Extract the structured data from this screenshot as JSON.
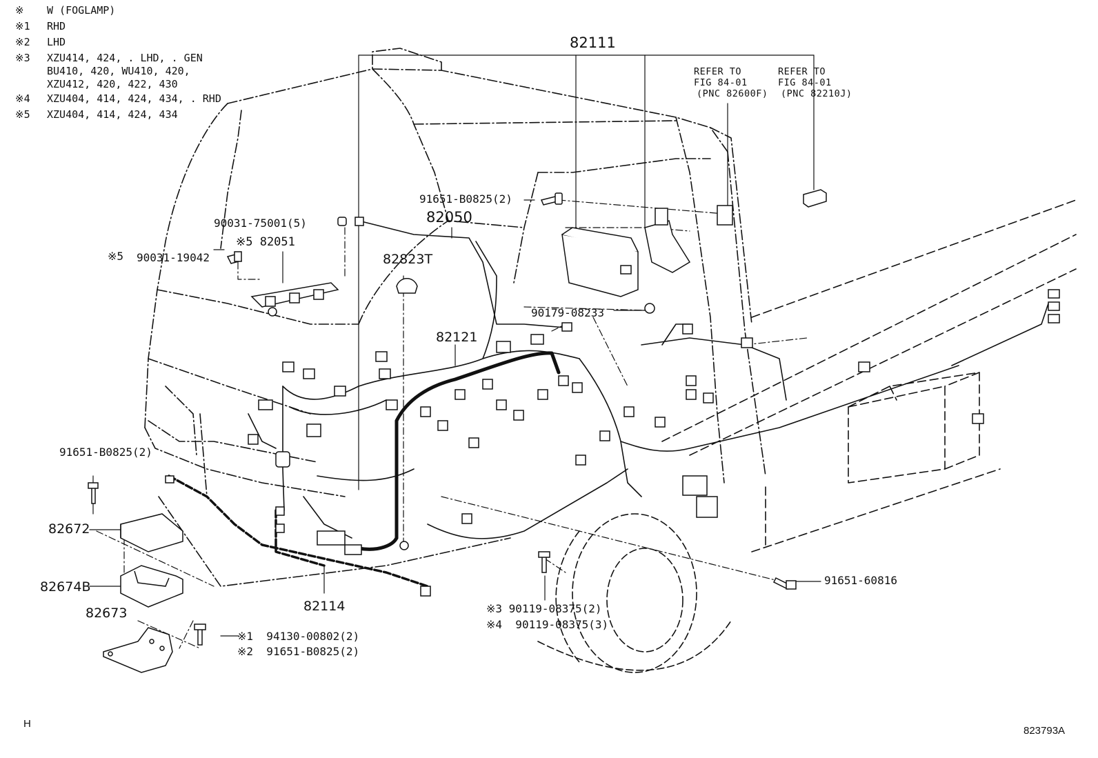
{
  "legend": [
    {
      "mark": "※",
      "text": "W (FOGLAMP)"
    },
    {
      "mark": "※1",
      "text": "RHD"
    },
    {
      "mark": "※2",
      "text": "LHD"
    },
    {
      "mark": "※3",
      "text": "XZU414, 424, . LHD, . GEN"
    },
    {
      "mark": "",
      "text": "BU410, 420, WU410, 420,"
    },
    {
      "mark": "",
      "text": "XZU412, 420, 422, 430"
    },
    {
      "mark": "※4",
      "text": "XZU404, 414, 424, 434, . RHD"
    },
    {
      "mark": "※5",
      "text": "XZU404, 414, 424, 434"
    }
  ],
  "refs": [
    {
      "line1": "REFER TO",
      "line2": "FIG 84-01",
      "line3": "(PNC 82600F)"
    },
    {
      "line1": "REFER TO",
      "line2": "FIG 84-01",
      "line3": "(PNC 82210J)"
    }
  ],
  "parts": {
    "p82111": "82111",
    "p91651_top": "91651-B0825(2)",
    "p82050": "82050",
    "p90031_75001": "90031-75001(5)",
    "p82051": "※5 82051",
    "p90031_19042_mark": "※5",
    "p90031_19042": "90031-19042",
    "p82823T": "82823T",
    "p90179": "90179-08233",
    "p82121": "82121",
    "p91651_left": "91651-B0825(2)",
    "p82672": "82672",
    "p82674B": "82674B",
    "p82673": "82673",
    "p82114": "82114",
    "p94130": "※1  94130-00802(2)",
    "p91651_lhd": "※2  91651-B0825(2)",
    "p90119_a": "※3 90119-08375(2)",
    "p90119_b": "※4  90119-08375(3)",
    "p91651_60816": "91651-60816"
  },
  "footer": {
    "left": "H",
    "right": "823793A"
  }
}
